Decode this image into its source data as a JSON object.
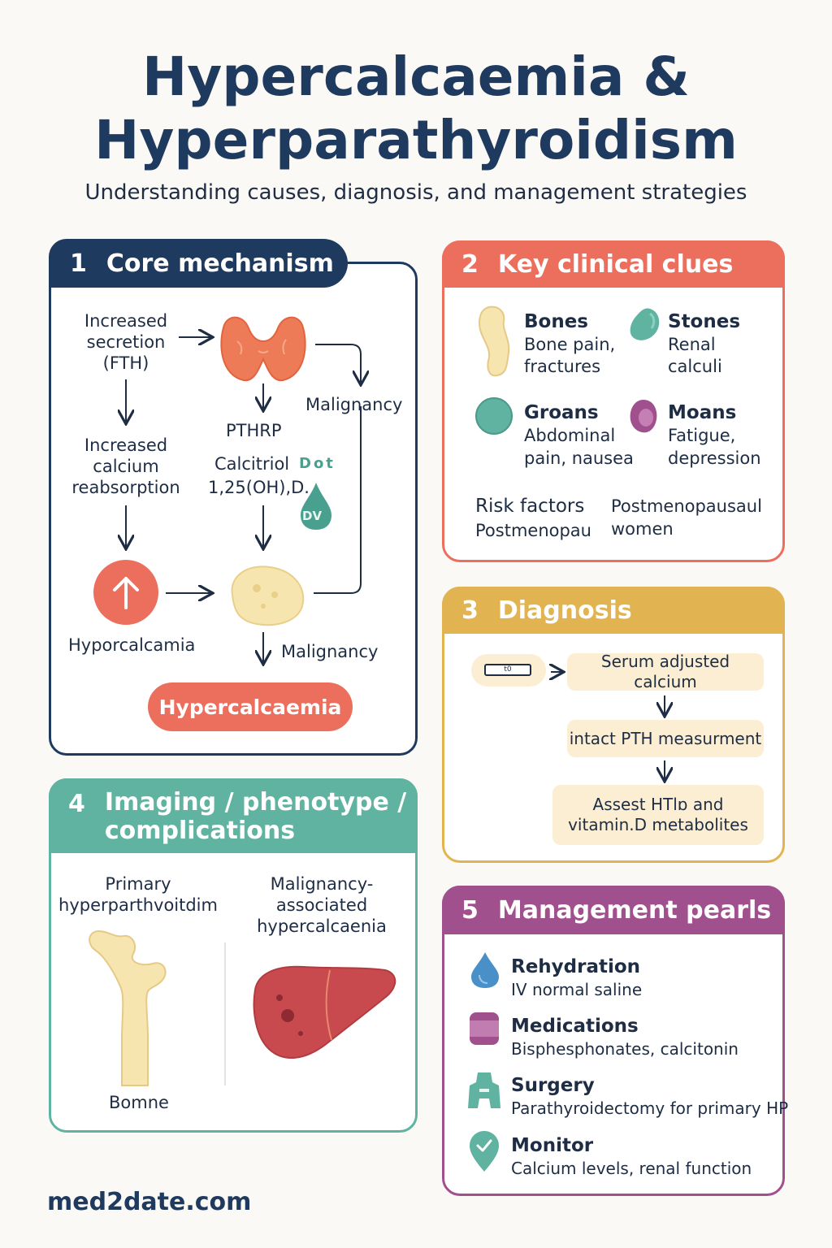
{
  "header": {
    "title_line1": "Hypercalcaemia &",
    "title_line2": "Hyperparathyroidism",
    "subtitle": "Understanding causes, diagnosis, and management strategies"
  },
  "colors": {
    "navy": "#1f3a5f",
    "coral": "#ec6e5c",
    "gold": "#e2b451",
    "teal": "#5fb3a0",
    "plum": "#a1508e"
  },
  "panel1": {
    "number": "1",
    "title": "Core mechanism",
    "increased_secretion": [
      "Increased",
      "secretion",
      "(FTH)"
    ],
    "pthrp": "PTHRP",
    "malignancy_top": "Malignancy",
    "increased_calcium": [
      "Increased",
      "calcium",
      "reabsorption"
    ],
    "calcitriol": "Calcitriol",
    "calcitriol_formula": "1,25(OH),D.",
    "dot_label": "Dot",
    "vitd_badge": "DV",
    "hyporcalcamia": "Hyporcalcamia",
    "malignancy_bottom": "Malignancy",
    "result_pill": "Hypercalcaemia"
  },
  "panel2": {
    "number": "2",
    "title": "Key clinical clues",
    "items": [
      {
        "title": "Bones",
        "line1": "Bone pain,",
        "line2": "fractures"
      },
      {
        "title": "Stones",
        "line1": "Renal",
        "line2": "calculi"
      },
      {
        "title": "Groans",
        "line1": "Abdominal",
        "line2": "pain, nausea"
      },
      {
        "title": "Moans",
        "line1": "Fatigue,",
        "line2": "depression"
      }
    ],
    "risk_title": "Risk factors",
    "risk_left": "Postmenopau",
    "risk_right1": "Postmenopausaul",
    "risk_right2": "women"
  },
  "panel3": {
    "number": "3",
    "title": "Diagnosis",
    "tube_label": "t0",
    "steps": [
      "Serum adjusted calcium",
      "intact PTH measurment"
    ],
    "step3_line1": "Assest HTlɒ and",
    "step3_line2": "vitamin.D metabolites"
  },
  "panel4": {
    "number": "4",
    "title_line1": "Imaging / phenotype /",
    "title_line2": "complications",
    "left_label1": "Primary",
    "left_label2": "hyperparthvoitdim",
    "right_label1": "Malignancy-",
    "right_label2": "associated",
    "right_label3": "hypercalcaenia",
    "bone_caption": "Bomne"
  },
  "panel5": {
    "number": "5",
    "title": "Management pearls",
    "items": [
      {
        "title": "Rehydration",
        "sub": "IV normal saline",
        "icon": "water-drop-icon"
      },
      {
        "title": "Medications",
        "sub": "Bisphesphonates, calcitonin",
        "icon": "pill-jar-icon"
      },
      {
        "title": "Surgery",
        "sub": "Parathyroidectomy for primary HP",
        "icon": "parathyroid-icon"
      },
      {
        "title": "Monitor",
        "sub": "Calcium levels, renal function",
        "icon": "check-pin-icon"
      }
    ]
  },
  "footer": {
    "site": "med2date.com"
  }
}
